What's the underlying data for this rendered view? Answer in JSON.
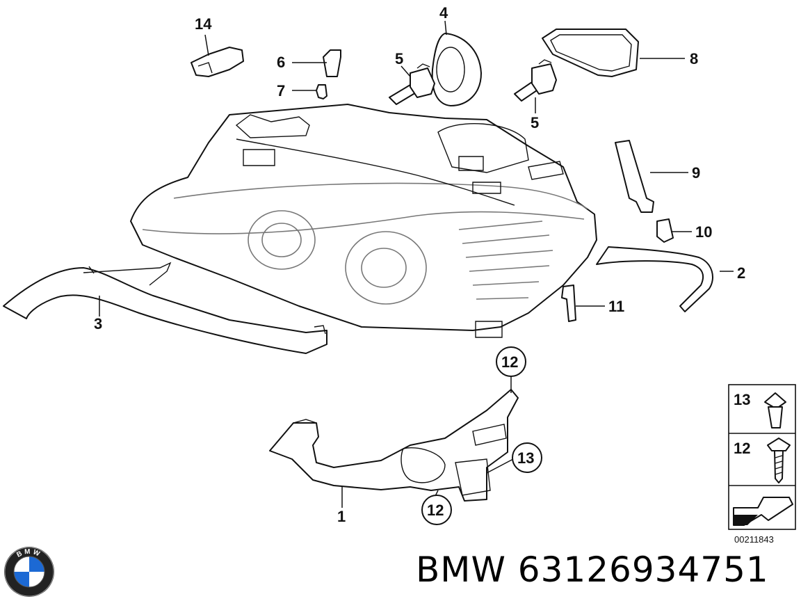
{
  "callouts": {
    "c1": "1",
    "c2": "2",
    "c3": "3",
    "c4": "4",
    "c5a": "5",
    "c5b": "5",
    "c6": "6",
    "c7": "7",
    "c8": "8",
    "c9": "9",
    "c10": "10",
    "c11": "11",
    "c12a": "12",
    "c12b": "12",
    "c13a": "13",
    "c14": "14"
  },
  "legend_box": {
    "item13": "13",
    "item12": "12",
    "diagram_id": "00211843"
  },
  "logo": {
    "letters": "BMW",
    "colors": {
      "blue": "#1c69d4",
      "white": "#ffffff",
      "black": "#000000"
    }
  },
  "caption": "BMW 63126934751"
}
